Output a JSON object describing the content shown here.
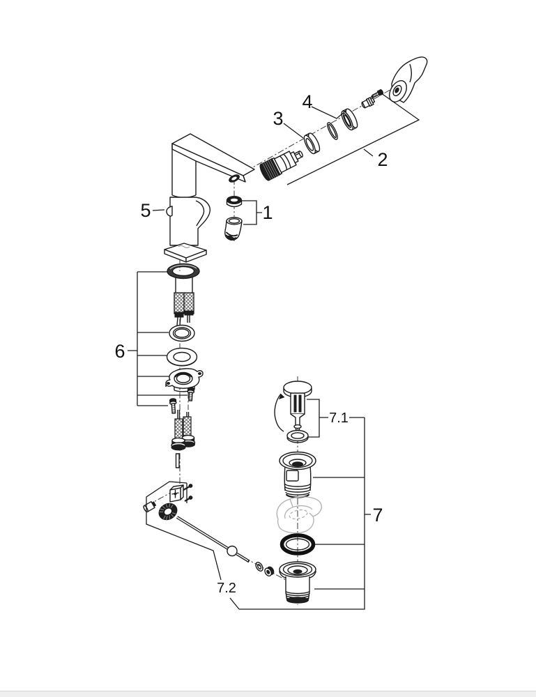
{
  "page": {
    "background_color": "#ffffff",
    "line_color": "#1a1a1a",
    "dark_part_color": "#1e1e1e",
    "sink_sketch_color": "#b0b0b0",
    "bottom_bar_color": "#efefef"
  },
  "diagram": {
    "type": "exploded-parts-diagram",
    "callouts": {
      "c1": "1",
      "c2": "2",
      "c3": "3",
      "c4": "4",
      "c5": "5",
      "c6": "6",
      "c7": "7",
      "c71": "7.1",
      "c72": "7.2"
    }
  }
}
